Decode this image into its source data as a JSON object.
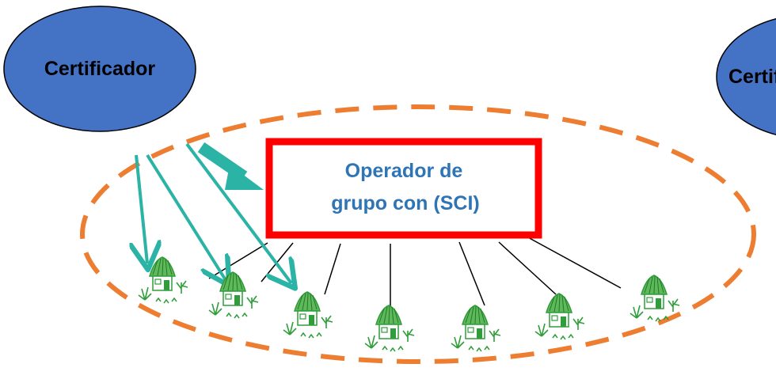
{
  "nodes": {
    "certifier_left": {
      "label": "Certificador"
    },
    "certifier_right": {
      "label": "Certificador"
    },
    "group_operator": {
      "line1": "Operador de",
      "line2": "grupo con (SCI)"
    }
  },
  "colors": {
    "certifier_fill": "#4472c4",
    "group_border": "#ff0000",
    "group_text": "#2e75b6",
    "dashed_ellipse": "#ed7d31",
    "arrows": "#2bb3a6",
    "huts": "#2f9e3a"
  },
  "icons": {
    "hut": "thatched-hut-icon"
  }
}
